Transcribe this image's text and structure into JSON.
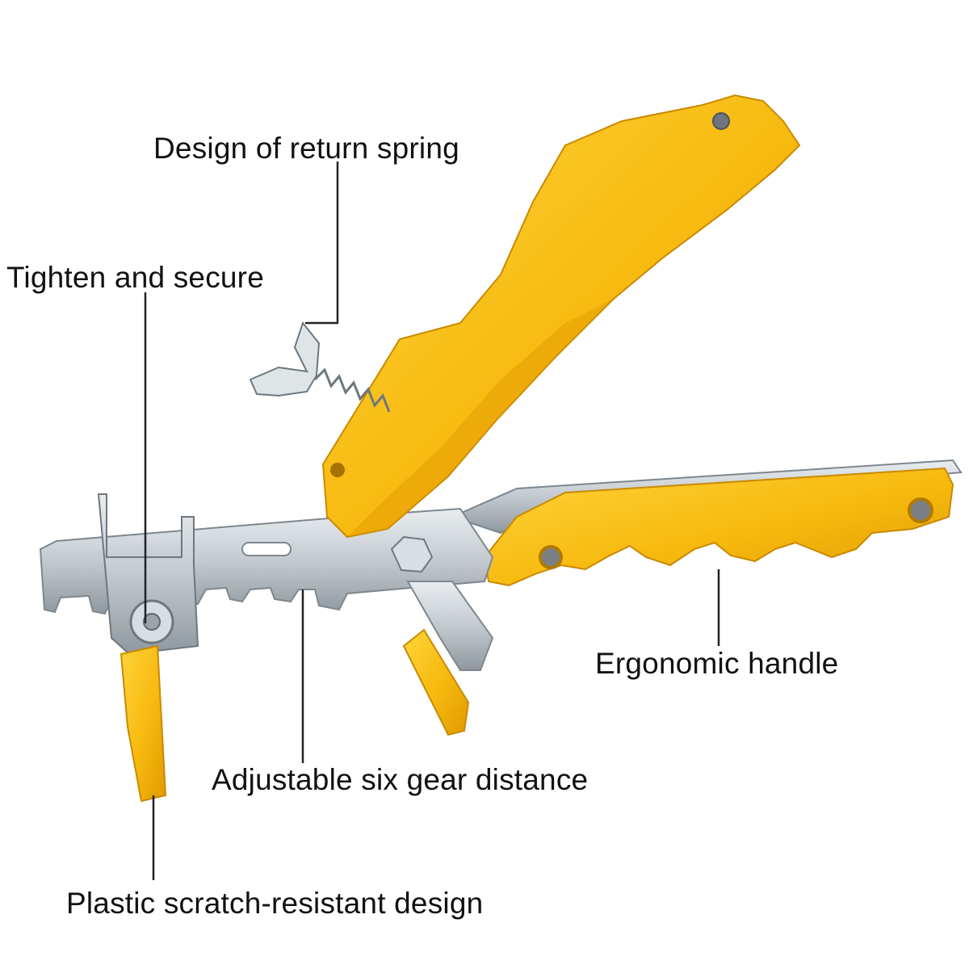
{
  "callouts": {
    "return_spring": "Design of return spring",
    "tighten_secure": "Tighten and secure",
    "ergonomic_handle": "Ergonomic handle",
    "six_gear": "Adjustable six gear distance",
    "plastic_design": "Plastic scratch-resistant design"
  },
  "colors": {
    "plastic_yellow": "#f7b90f",
    "plastic_shadow": "#d89400",
    "metal": "#c9cfd4",
    "metal_dark": "#8a939b",
    "leader_line": "#222222"
  }
}
